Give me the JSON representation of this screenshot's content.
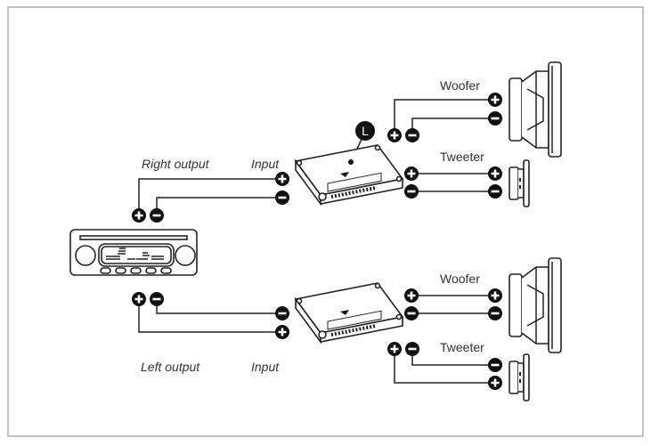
{
  "labels": {
    "right_output": "Right output",
    "left_output": "Left output",
    "input_top": "Input",
    "input_bottom": "Input",
    "woofer_top": "Woofer",
    "tweeter_top": "Tweeter",
    "woofer_bottom": "Woofer",
    "tweeter_bottom": "Tweeter",
    "badge": "L"
  },
  "colors": {
    "line": "#222222",
    "frame": "#9a9a9a"
  }
}
